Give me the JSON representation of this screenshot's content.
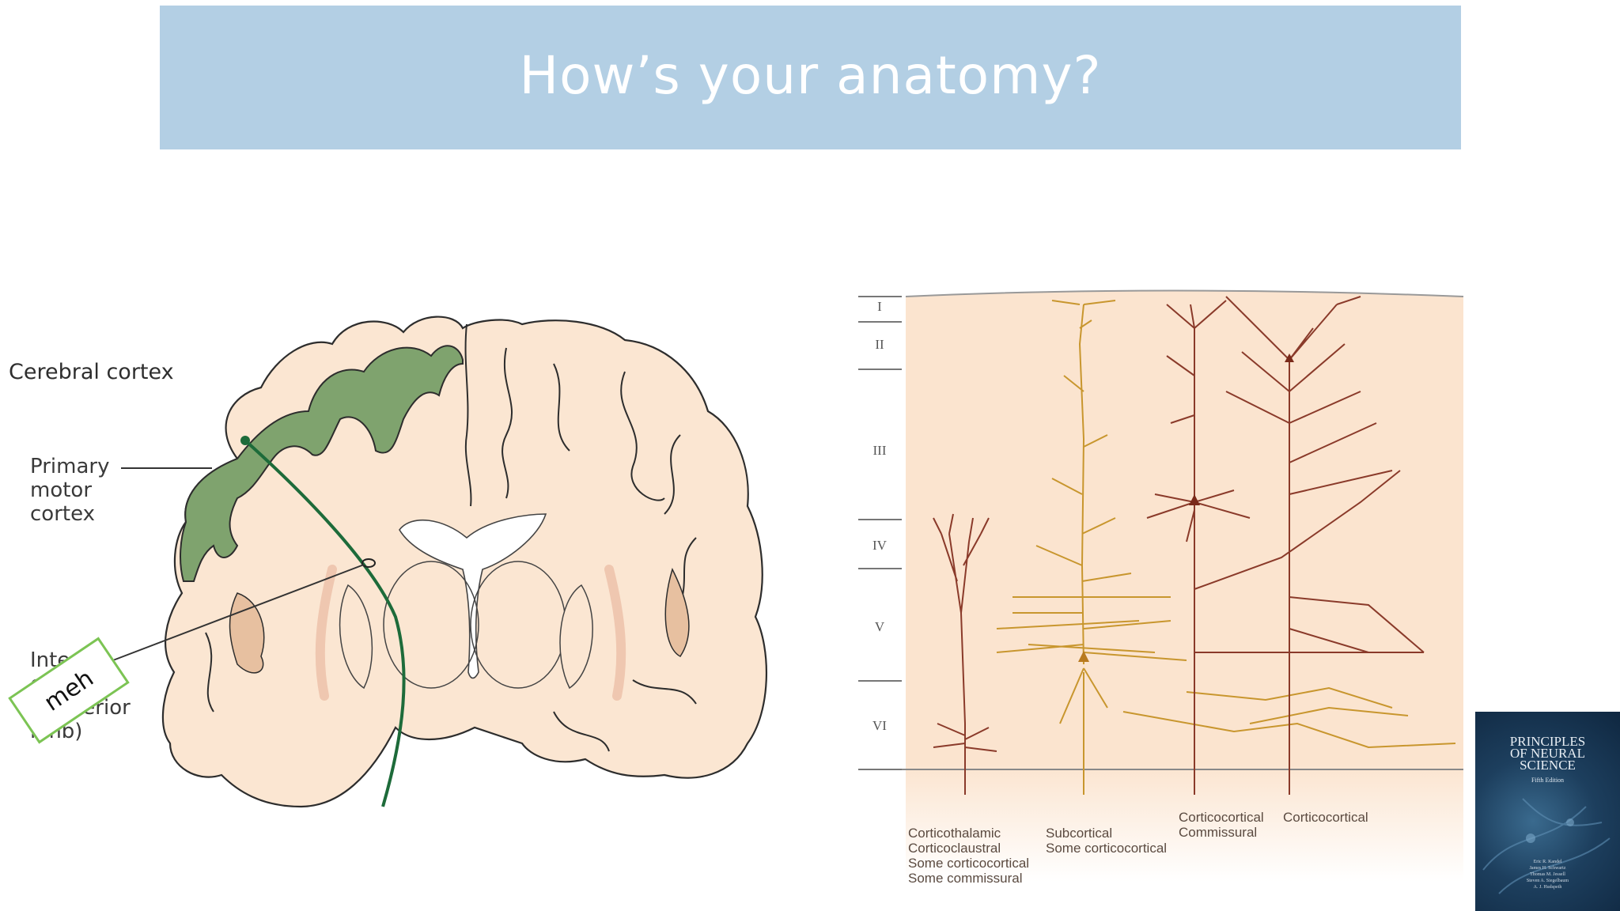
{
  "slide": {
    "title": "How’s your anatomy?"
  },
  "brain_figure": {
    "heading": "Cerebral cortex",
    "primary_motor_label": "Primary\nmotor\ncortex",
    "internal_capsule_label": "Internal\ncapsule\n(posterior\nlimb)",
    "sticker_text": "meh"
  },
  "layers_figure": {
    "layers": [
      "I",
      "II",
      "III",
      "IV",
      "V",
      "VI"
    ],
    "cell_captions": [
      "Corticothalamic\nCorticoclaustral\nSome corticocortical\nSome commissural",
      "Subcortical\nSome corticocortical",
      "Corticocortical\nCommissural",
      "Corticocortical"
    ]
  },
  "book": {
    "title": "PRINCIPLES\nOF NEURAL\nSCIENCE",
    "edition": "Fifth Edition",
    "authors": "Eric R. Kandel\nJames H. Schwartz\nThomas M. Jessell\nSteven A. Siegelbaum\nA. J. Hudspeth"
  },
  "colors": {
    "banner": "#b3cfe4",
    "motor_cortex_green": "#7fa36e",
    "tissue": "#fbe6d2",
    "tract": "#1d6b3a",
    "neuron_brown": "#8a3a2a",
    "neuron_gold": "#c8962e"
  }
}
